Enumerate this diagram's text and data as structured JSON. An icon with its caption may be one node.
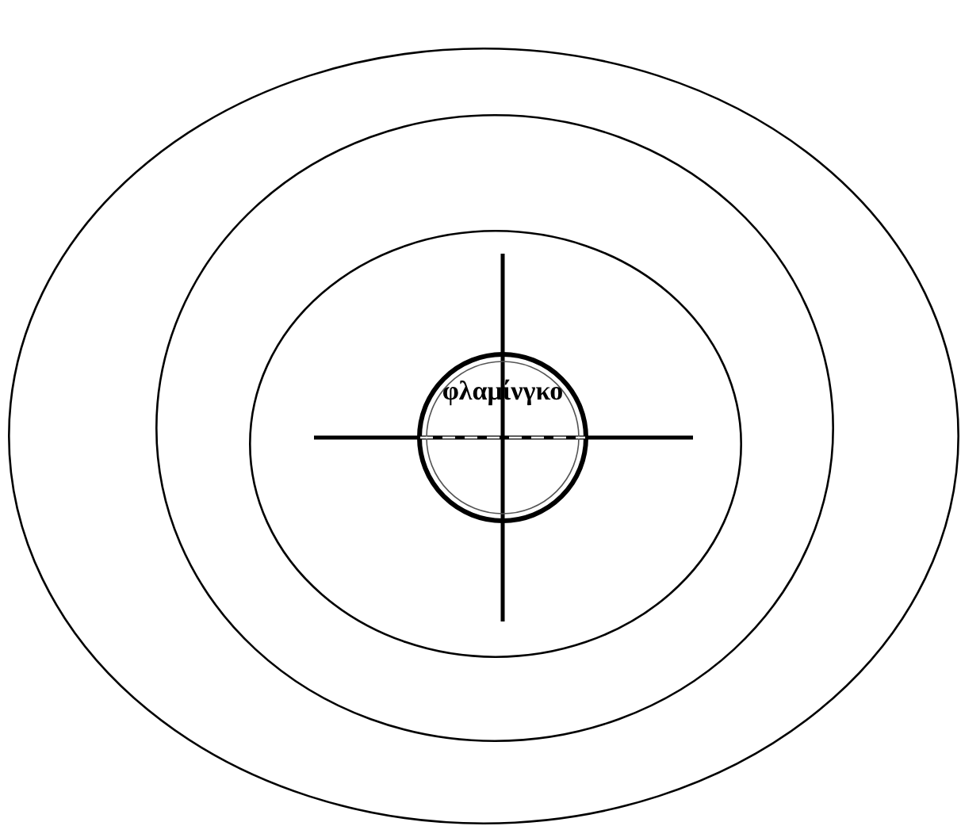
{
  "diagram": {
    "nodes": [
      {
        "text": [],
        "shape": "ellipse"
      },
      {
        "text": [],
        "shape": "ellipse",
        "in": 0
      },
      {
        "text": [],
        "shape": "ellipse",
        "in": 1
      },
      {
        "text": [
          "φλαμίνγκο"
        ],
        "in": 2
      }
    ],
    "edges": []
  }
}
